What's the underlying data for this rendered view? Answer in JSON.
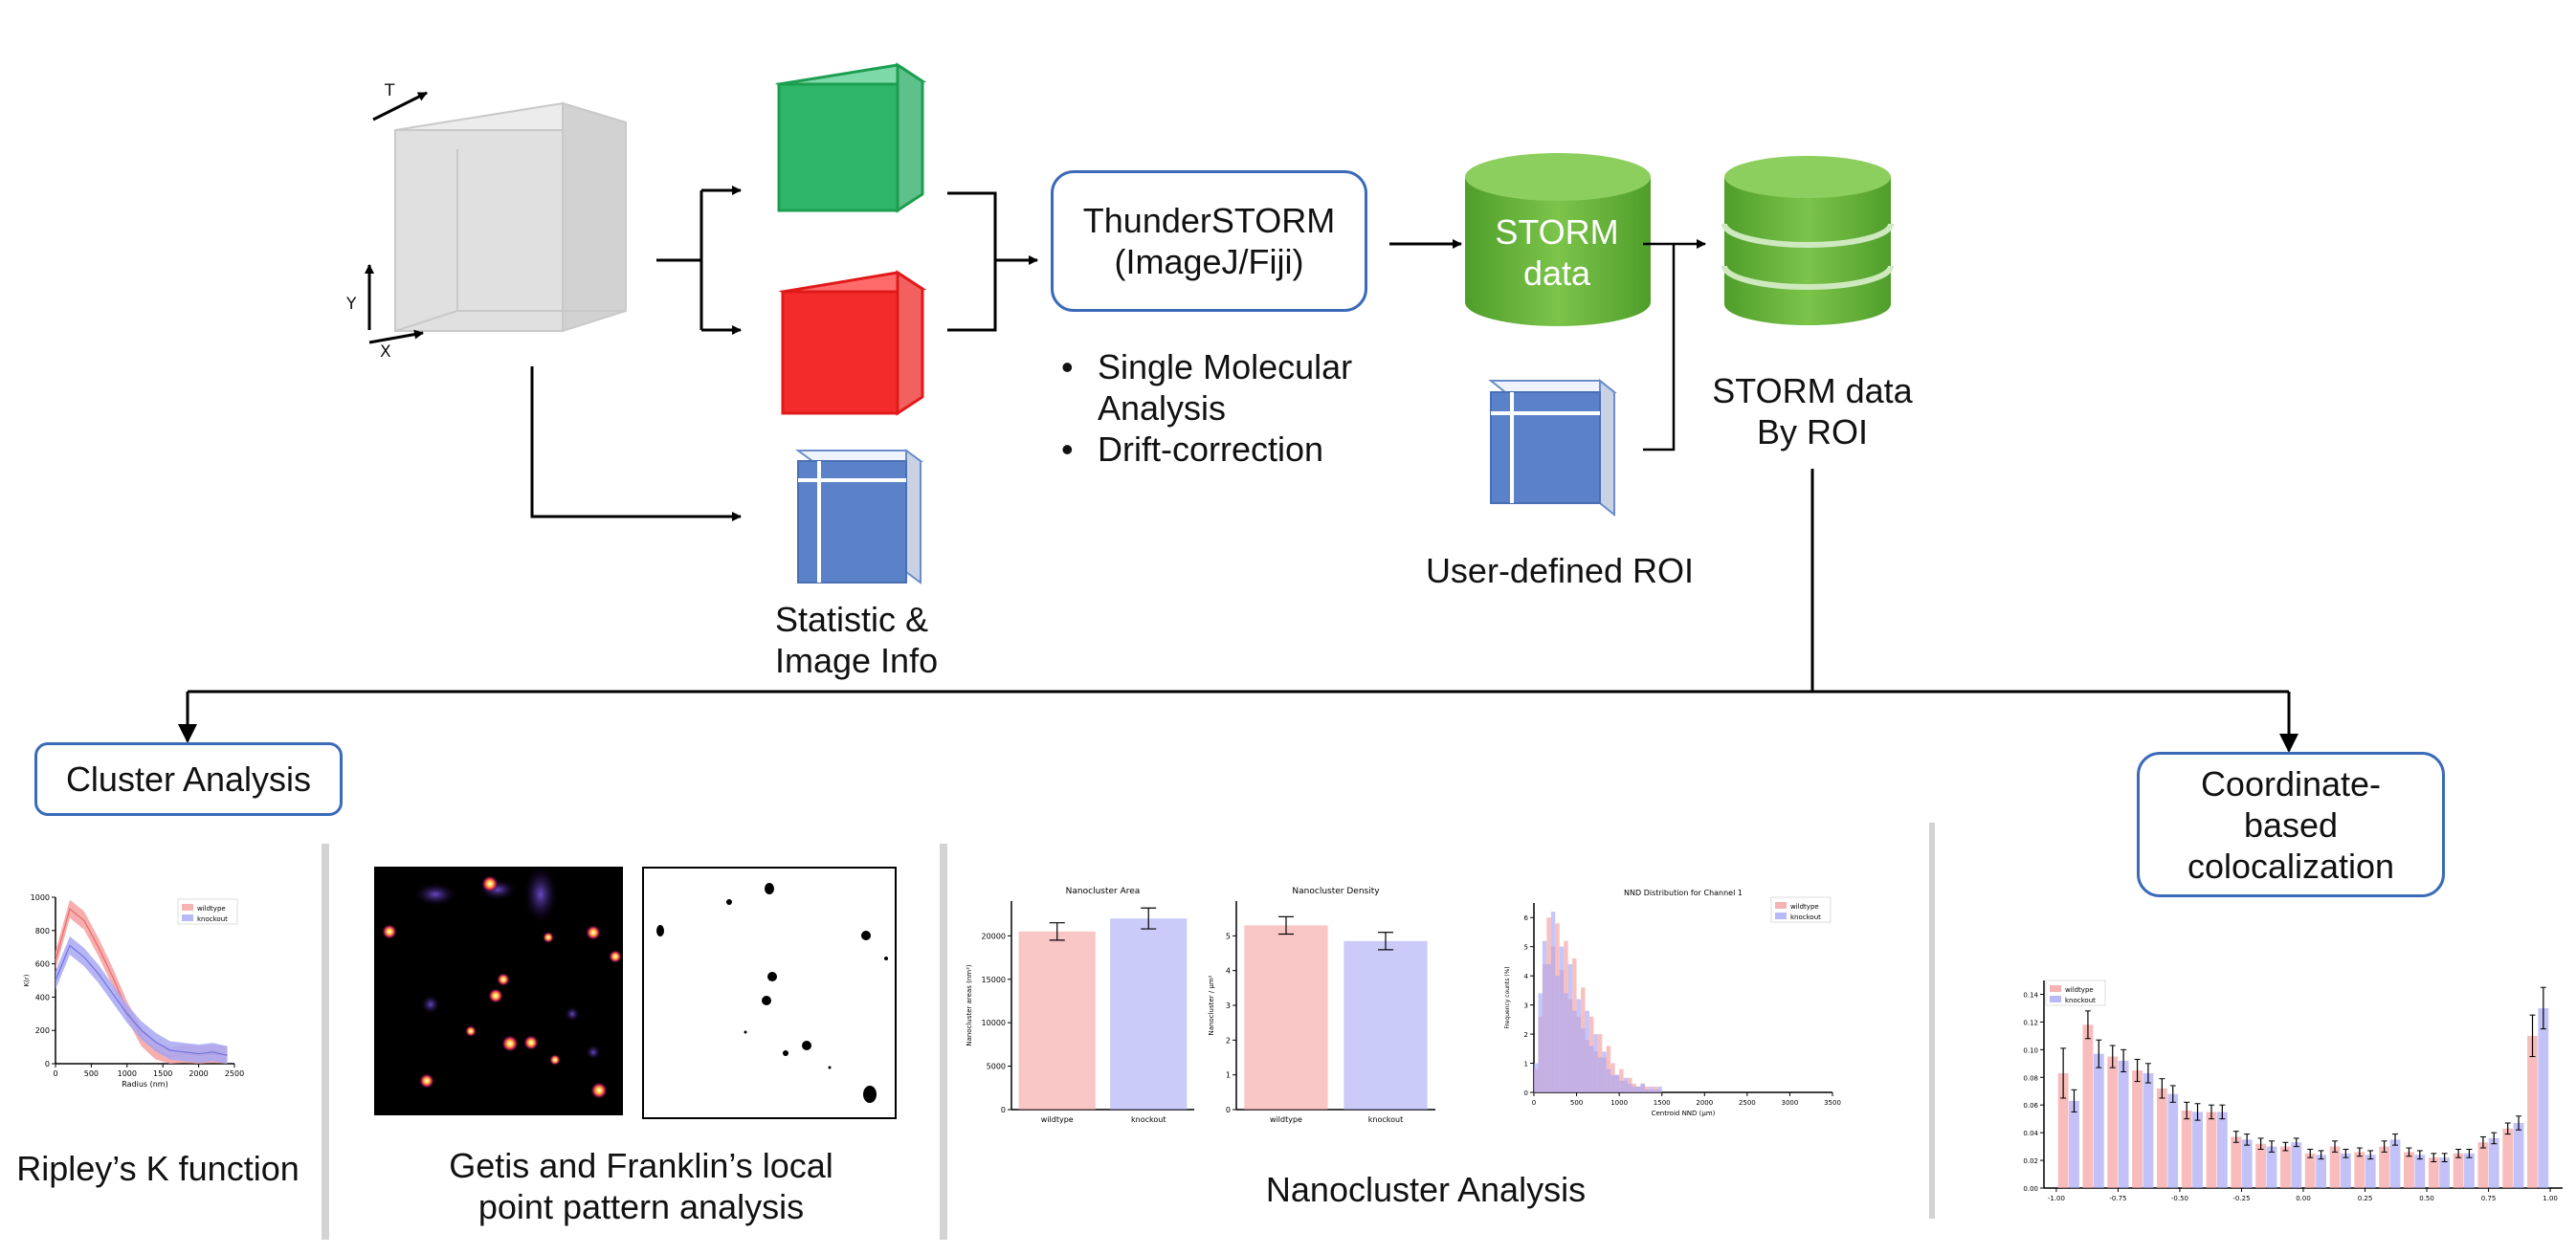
{
  "axes": {
    "t": "T",
    "y": "Y",
    "x": "X"
  },
  "thunderstorm": {
    "line1": "ThunderSTORM",
    "line2": "(ImageJ/Fiji)"
  },
  "steps": [
    "Single Molecular",
    "Analysis",
    "Drift-correction"
  ],
  "statistic": {
    "line1": "Statistic &",
    "line2": "Image Info"
  },
  "storm_db": {
    "line1": "STORM",
    "line2": "data"
  },
  "roi": {
    "label": "User-defined ROI"
  },
  "storm_roi": {
    "line1": "STORM data",
    "line2": "By ROI"
  },
  "cluster": {
    "label": "Cluster Analysis"
  },
  "coloc": {
    "line1": "Coordinate-",
    "line2": "based",
    "line3": "colocalization"
  },
  "ripley": {
    "caption": "Ripley’s K function",
    "legend": [
      "wildtype",
      "knockout"
    ],
    "xlabel": "Radius (nm)",
    "ylabel": "K(r)"
  },
  "getis": {
    "line1": "Getis and Franklin’s local",
    "line2": "point pattern analysis"
  },
  "nanocluster": {
    "caption": "Nanocluster Analysis"
  },
  "colors": {
    "green": "#5aae2e",
    "red": "#f02020",
    "blue": "#5b82c8",
    "box_border": "#3a6ab8",
    "divider": "#d0d0d0",
    "wildtype": "#f5a0a0",
    "knockout": "#a8a8f5"
  },
  "chart_data": [
    {
      "type": "line",
      "title": "",
      "xlabel": "Radius (nm)",
      "ylabel": "K(r)",
      "xlim": [
        0,
        2500
      ],
      "ylim": [
        0,
        1000
      ],
      "xticks": [
        0,
        500,
        1000,
        1500,
        2000,
        2500
      ],
      "yticks": [
        0,
        200,
        400,
        600,
        800,
        1000
      ],
      "x": [
        0,
        200,
        400,
        600,
        800,
        1000,
        1200,
        1400,
        1600,
        1800,
        2000,
        2200,
        2400
      ],
      "series": [
        {
          "name": "wildtype",
          "values": [
            620,
            930,
            860,
            700,
            520,
            320,
            160,
            80,
            40,
            60,
            50,
            60,
            50
          ]
        },
        {
          "name": "knockout",
          "values": [
            500,
            710,
            640,
            540,
            420,
            300,
            200,
            130,
            80,
            70,
            60,
            70,
            50
          ]
        }
      ]
    },
    {
      "type": "bar",
      "title": "Nanocluster Area",
      "ylabel": "Nanocluster areas (nm²)",
      "categories": [
        "wildtype",
        "knockout"
      ],
      "values": [
        20500,
        22000
      ],
      "errors": [
        1000,
        1200
      ],
      "ylim": [
        0,
        24000
      ],
      "yticks": [
        0,
        5000,
        10000,
        15000,
        20000
      ]
    },
    {
      "type": "bar",
      "title": "Nanocluster Density",
      "ylabel": "Nanocluster / μm²",
      "categories": [
        "wildtype",
        "knockout"
      ],
      "values": [
        5.3,
        4.85
      ],
      "errors": [
        0.25,
        0.25
      ],
      "ylim": [
        0,
        6
      ],
      "yticks": [
        0,
        1,
        2,
        3,
        4,
        5
      ]
    },
    {
      "type": "bar",
      "title": "NND Distribution for Channel 1",
      "xlabel": "Centroid NND (μm)",
      "ylabel": "Frequency counts (%)",
      "xlim": [
        0,
        3500
      ],
      "ylim": [
        0,
        6.5
      ],
      "xticks": [
        0,
        500,
        1000,
        1500,
        2000,
        2500,
        3000,
        3500
      ],
      "yticks": [
        0,
        1,
        2,
        3,
        4,
        5,
        6
      ],
      "legend": [
        "wildtype",
        "knockout"
      ],
      "bin_width": 50,
      "series": [
        {
          "name": "wildtype",
          "values": [
            0.8,
            2.6,
            4.4,
            6.0,
            5.0,
            5.8,
            4.2,
            5.2,
            3.2,
            4.6,
            2.6,
            3.6,
            1.8,
            2.6,
            1.4,
            2.0,
            1.2,
            1.6,
            1.0,
            0.6,
            0.8,
            0.4,
            0.5,
            0.3,
            0.2,
            0.3,
            0.2,
            0.1,
            0.2,
            0.1
          ]
        },
        {
          "name": "knockout",
          "values": [
            1.0,
            3.4,
            5.2,
            4.4,
            6.2,
            4.0,
            5.0,
            3.4,
            4.4,
            2.8,
            3.2,
            2.2,
            2.8,
            1.6,
            2.0,
            1.2,
            1.4,
            0.8,
            0.6,
            0.6,
            0.4,
            0.5,
            0.3,
            0.2,
            0.2,
            0.3,
            0.1,
            0.2,
            0.1,
            0.2
          ]
        }
      ]
    },
    {
      "type": "bar",
      "title": "",
      "legend": [
        "wildtype",
        "knockout"
      ],
      "xlim": [
        -1.05,
        1.05
      ],
      "ylim": [
        0,
        0.15
      ],
      "xticks": [
        -1.0,
        -0.75,
        -0.5,
        -0.25,
        0.0,
        0.25,
        0.5,
        0.75,
        1.0
      ],
      "yticks": [
        0.0,
        0.02,
        0.04,
        0.06,
        0.08,
        0.1,
        0.12,
        0.14
      ],
      "x": [
        -0.95,
        -0.85,
        -0.75,
        -0.65,
        -0.55,
        -0.45,
        -0.35,
        -0.25,
        -0.15,
        -0.05,
        0.05,
        0.15,
        0.25,
        0.35,
        0.45,
        0.55,
        0.65,
        0.75,
        0.85,
        0.95
      ],
      "series": [
        {
          "name": "wildtype",
          "values": [
            0.083,
            0.118,
            0.095,
            0.085,
            0.072,
            0.056,
            0.055,
            0.037,
            0.032,
            0.03,
            0.025,
            0.03,
            0.026,
            0.03,
            0.026,
            0.022,
            0.025,
            0.033,
            0.043,
            0.11
          ],
          "errors": [
            0.018,
            0.01,
            0.008,
            0.008,
            0.007,
            0.006,
            0.005,
            0.004,
            0.004,
            0.003,
            0.003,
            0.004,
            0.003,
            0.004,
            0.003,
            0.003,
            0.003,
            0.004,
            0.004,
            0.015
          ]
        },
        {
          "name": "knockout",
          "values": [
            0.063,
            0.097,
            0.092,
            0.083,
            0.068,
            0.055,
            0.055,
            0.035,
            0.03,
            0.033,
            0.024,
            0.025,
            0.024,
            0.035,
            0.024,
            0.022,
            0.025,
            0.036,
            0.047,
            0.13
          ],
          "errors": [
            0.008,
            0.01,
            0.008,
            0.007,
            0.006,
            0.006,
            0.005,
            0.004,
            0.004,
            0.003,
            0.003,
            0.003,
            0.003,
            0.004,
            0.003,
            0.003,
            0.003,
            0.004,
            0.005,
            0.015
          ]
        }
      ]
    }
  ]
}
